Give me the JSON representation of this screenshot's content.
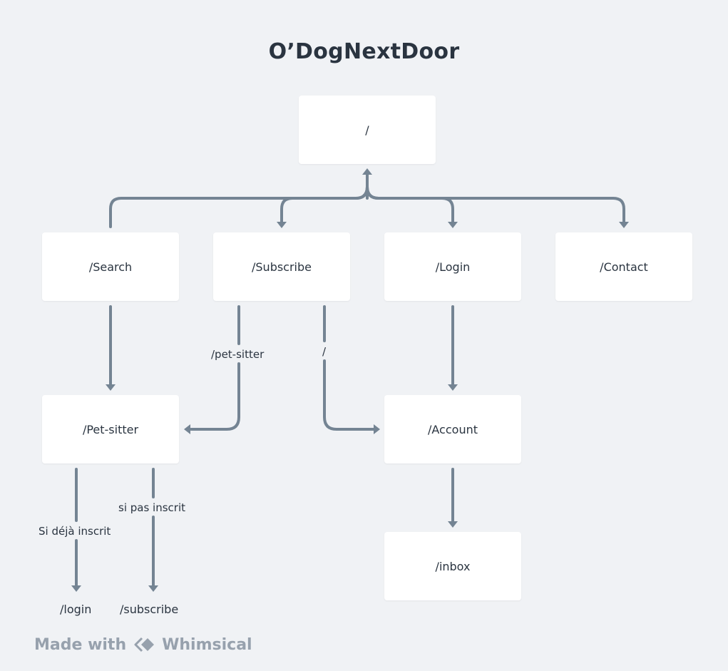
{
  "title": "O’DogNextDoor",
  "nodes": {
    "root": "/",
    "search": "/Search",
    "subscribe": "/Subscribe",
    "login": "/Login",
    "contact": "/Contact",
    "petsitter": "/Pet-sitter",
    "account": "/Account",
    "inbox": "/inbox"
  },
  "edge_labels": {
    "subscribe_to_petsitter": "/pet-sitter",
    "subscribe_to_account": "/",
    "petsitter_to_login": "Si déjà inscrit",
    "petsitter_to_subscribe": "si pas inscrit"
  },
  "end_labels": {
    "login": "/login",
    "subscribe": "/subscribe"
  },
  "footer": {
    "made_with": "Made with",
    "brand": "Whimsical"
  },
  "colors": {
    "background": "#f0f2f5",
    "node_fill": "#ffffff",
    "edge": "#748493",
    "text": "#2a3440",
    "footer_text": "#97a1ad"
  }
}
